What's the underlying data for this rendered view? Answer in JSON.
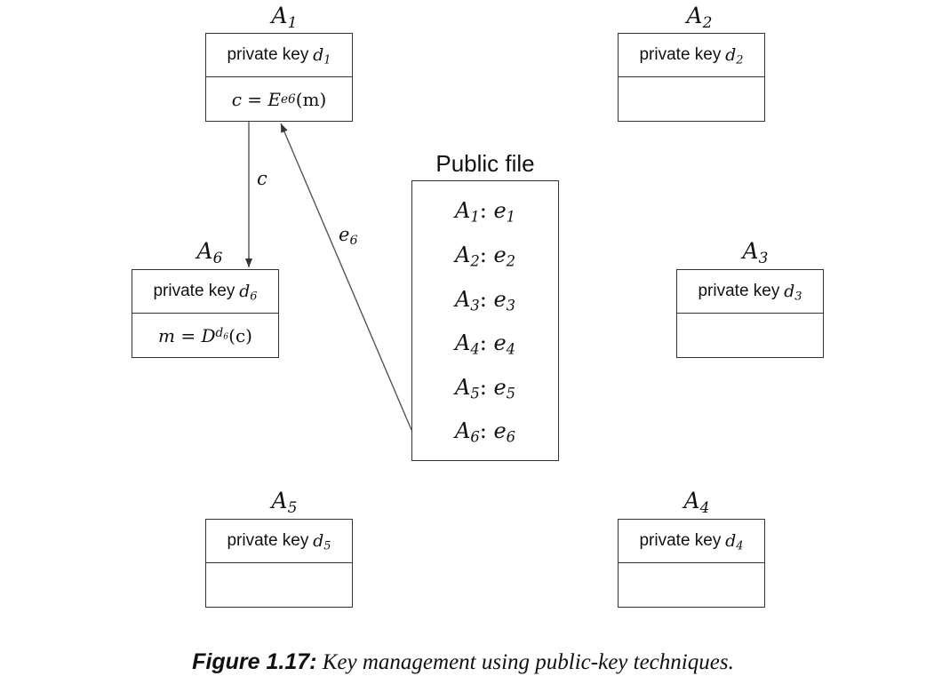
{
  "private_key_label": "private key",
  "nodes": {
    "a1": {
      "label_base": "A",
      "label_sub": "1",
      "key_base": "d",
      "key_sub": "1"
    },
    "a2": {
      "label_base": "A",
      "label_sub": "2",
      "key_base": "d",
      "key_sub": "2"
    },
    "a3": {
      "label_base": "A",
      "label_sub": "3",
      "key_base": "d",
      "key_sub": "3"
    },
    "a4": {
      "label_base": "A",
      "label_sub": "4",
      "key_base": "d",
      "key_sub": "4"
    },
    "a5": {
      "label_base": "A",
      "label_sub": "5",
      "key_base": "d",
      "key_sub": "5"
    },
    "a6": {
      "label_base": "A",
      "label_sub": "6",
      "key_base": "d",
      "key_sub": "6"
    }
  },
  "a1_formula": {
    "lhs": "c",
    "equals": "=",
    "fn": "E",
    "fn_sub": "e6",
    "arg": "(m)"
  },
  "a6_formula": {
    "lhs": "m",
    "equals": "=",
    "fn": "D",
    "fn_sub_base": "d",
    "fn_sub_sub": "6",
    "arg": "(c)"
  },
  "public_file": {
    "title": "Public file",
    "entries": [
      {
        "name": "A",
        "name_sub": "1",
        "sep": ":",
        "key": "e",
        "key_sub": "1"
      },
      {
        "name": "A",
        "name_sub": "2",
        "sep": ":",
        "key": "e",
        "key_sub": "2"
      },
      {
        "name": "A",
        "name_sub": "3",
        "sep": ":",
        "key": "e",
        "key_sub": "3"
      },
      {
        "name": "A",
        "name_sub": "4",
        "sep": ":",
        "key": "e",
        "key_sub": "4"
      },
      {
        "name": "A",
        "name_sub": "5",
        "sep": ":",
        "key": "e",
        "key_sub": "5"
      },
      {
        "name": "A",
        "name_sub": "6",
        "sep": ":",
        "key": "e",
        "key_sub": "6"
      }
    ]
  },
  "edges": {
    "ciphertext": {
      "label": "c"
    },
    "public_key": {
      "label_base": "e",
      "label_sub": "6"
    }
  },
  "caption": {
    "number": "Figure 1.17:",
    "text": "Key management using public-key techniques",
    "period": "."
  },
  "colors": {
    "line": "#333333",
    "arrow": "#555555",
    "text": "#111111"
  }
}
